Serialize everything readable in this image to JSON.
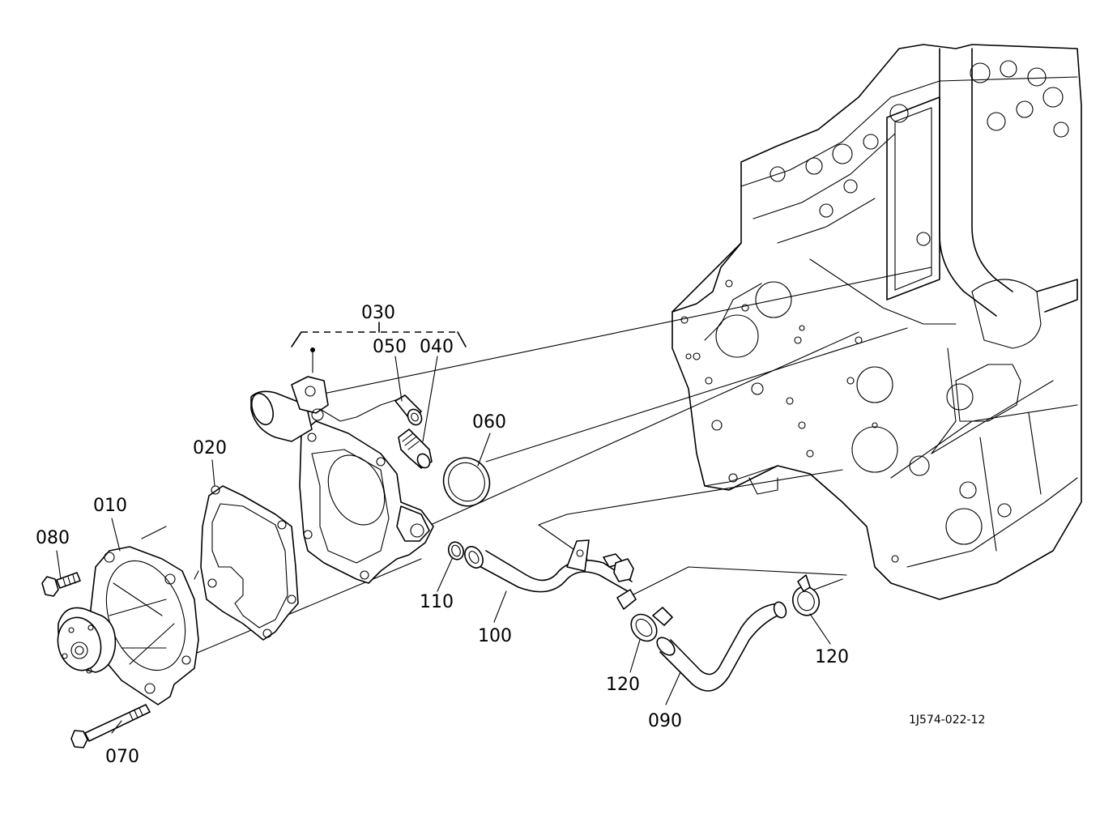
{
  "diagram": {
    "reference_code": "1J574-022-12",
    "callouts": [
      {
        "id": "010",
        "part": "water-pump"
      },
      {
        "id": "020",
        "part": "gasket"
      },
      {
        "id": "030",
        "part": "pump-housing-assembly"
      },
      {
        "id": "040",
        "part": "nipple"
      },
      {
        "id": "050",
        "part": "pipe"
      },
      {
        "id": "060",
        "part": "o-ring"
      },
      {
        "id": "070",
        "part": "long-bolt"
      },
      {
        "id": "080",
        "part": "bolt"
      },
      {
        "id": "090",
        "part": "water-hose"
      },
      {
        "id": "100",
        "part": "water-pipe"
      },
      {
        "id": "110",
        "part": "small-o-ring"
      },
      {
        "id": "120",
        "part": "hose-clamp"
      }
    ]
  }
}
